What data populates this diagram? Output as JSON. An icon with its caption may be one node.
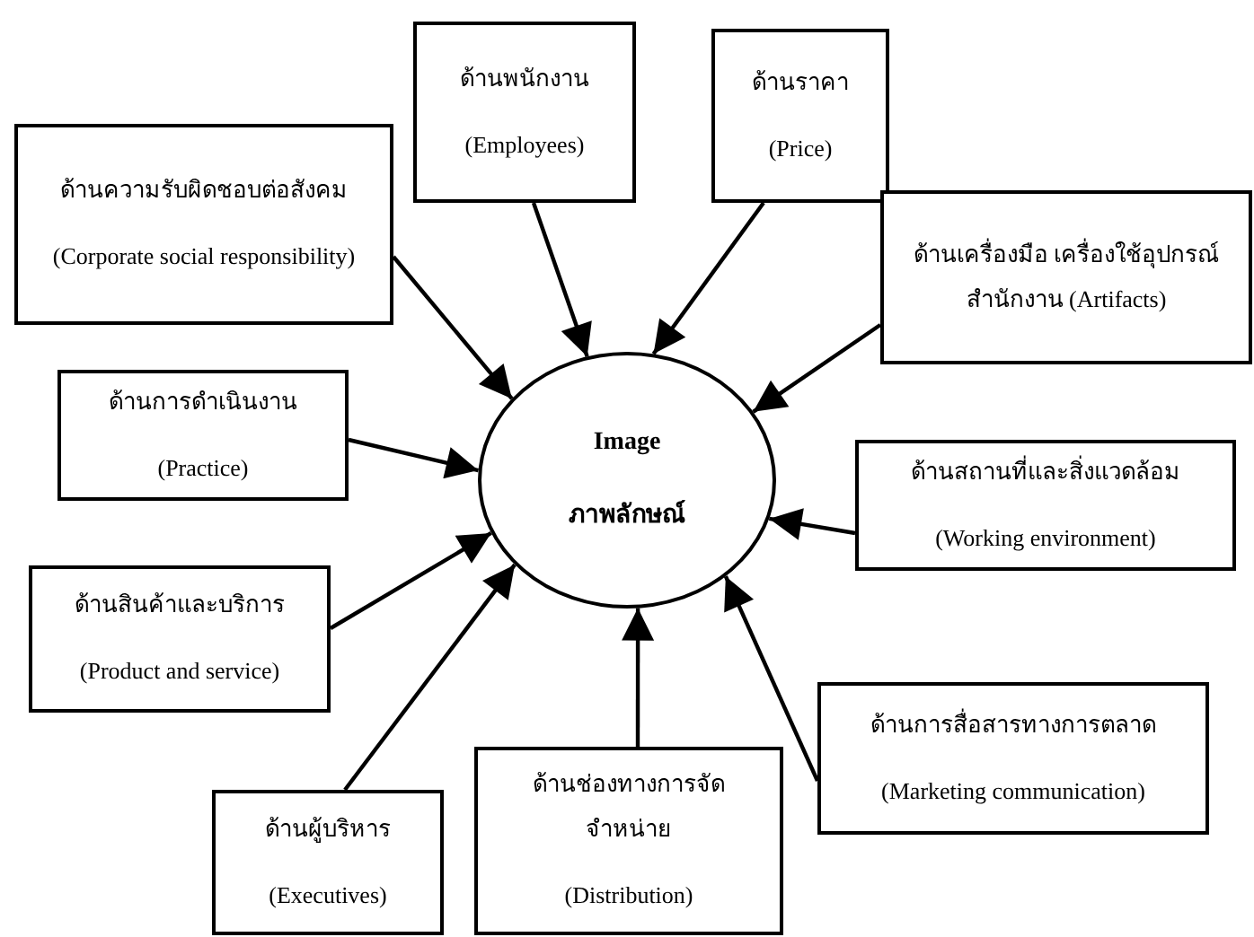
{
  "diagram": {
    "nodes": [
      {
        "text": [
          "Image",
          "ภาพลักษณ์"
        ]
      },
      {
        "text": [
          "ด้านความรับผิดชอบต่อสังคม",
          "(Corporate social responsibility)"
        ]
      },
      {
        "text": [
          "ด้านพนักงาน",
          "(Employees)"
        ]
      },
      {
        "text": [
          "ด้านราคา",
          "(Price)"
        ]
      },
      {
        "text": [
          "ด้านเครื่องมือ เครื่องใช้อุปกรณ์สำนักงาน (Artifacts)"
        ]
      },
      {
        "text": [
          "ด้านการดำเนินงาน",
          "(Practice)"
        ]
      },
      {
        "text": [
          "ด้านสถานที่และสิ่งแวดล้อม",
          "(Working environment)"
        ]
      },
      {
        "text": [
          "ด้านสินค้าและบริการ",
          "(Product and service)"
        ]
      },
      {
        "text": [
          "ด้านผู้บริหาร",
          "(Executives)"
        ]
      },
      {
        "text": [
          "ด้านช่องทางการจัดจำหน่าย",
          "(Distribution)"
        ]
      },
      {
        "text": [
          "ด้านการสื่อสารทางการตลาด",
          "(Marketing communication)"
        ]
      }
    ],
    "edges": [
      {
        "from": 1,
        "to": 0,
        "arrow": "to"
      },
      {
        "from": 2,
        "to": 0,
        "arrow": "to"
      },
      {
        "from": 3,
        "to": 0,
        "arrow": "to"
      },
      {
        "from": 4,
        "to": 0,
        "arrow": "to"
      },
      {
        "from": 5,
        "to": 0,
        "arrow": "to"
      },
      {
        "from": 6,
        "to": 0,
        "arrow": "to"
      },
      {
        "from": 7,
        "to": 0,
        "arrow": "to"
      },
      {
        "from": 8,
        "to": 0,
        "arrow": "to"
      },
      {
        "from": 9,
        "to": 0,
        "arrow": "to"
      },
      {
        "from": 10,
        "to": 0,
        "arrow": "to"
      }
    ]
  }
}
